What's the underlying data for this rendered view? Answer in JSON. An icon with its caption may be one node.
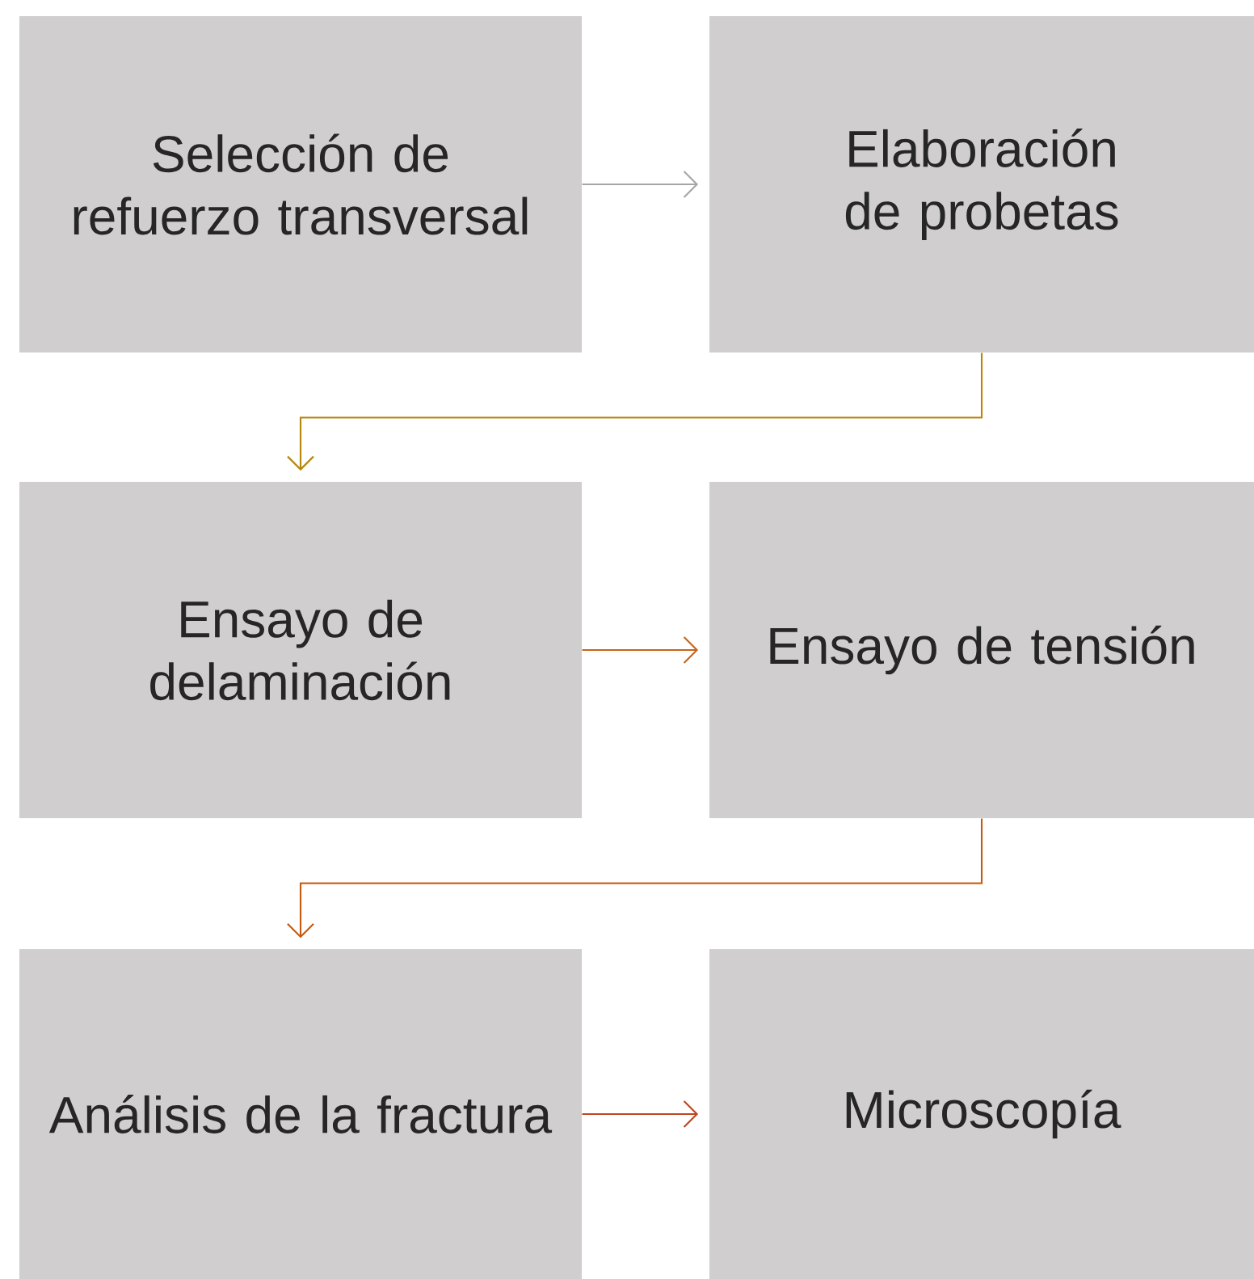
{
  "diagram": {
    "nodes": [
      {
        "text": [
          "Selección de refuerzo transversal"
        ]
      },
      {
        "text": [
          "Elaboración de probetas"
        ]
      },
      {
        "text": [
          "Ensayo de delaminación"
        ]
      },
      {
        "text": [
          "Ensayo de tensión"
        ]
      },
      {
        "text": [
          "Análisis de la fractura"
        ]
      },
      {
        "text": [
          "Microscopía"
        ]
      }
    ],
    "edges": [
      {
        "from": 0,
        "to": 1,
        "arrow": "to",
        "color": "#a6a6a6"
      },
      {
        "from": 1,
        "to": 2,
        "arrow": "to",
        "color": "#b8860b"
      },
      {
        "from": 2,
        "to": 3,
        "arrow": "to",
        "color": "#c8641a"
      },
      {
        "from": 3,
        "to": 4,
        "arrow": "to",
        "color": "#c55a11"
      },
      {
        "from": 4,
        "to": 5,
        "arrow": "to",
        "color": "#c0451e"
      }
    ]
  }
}
